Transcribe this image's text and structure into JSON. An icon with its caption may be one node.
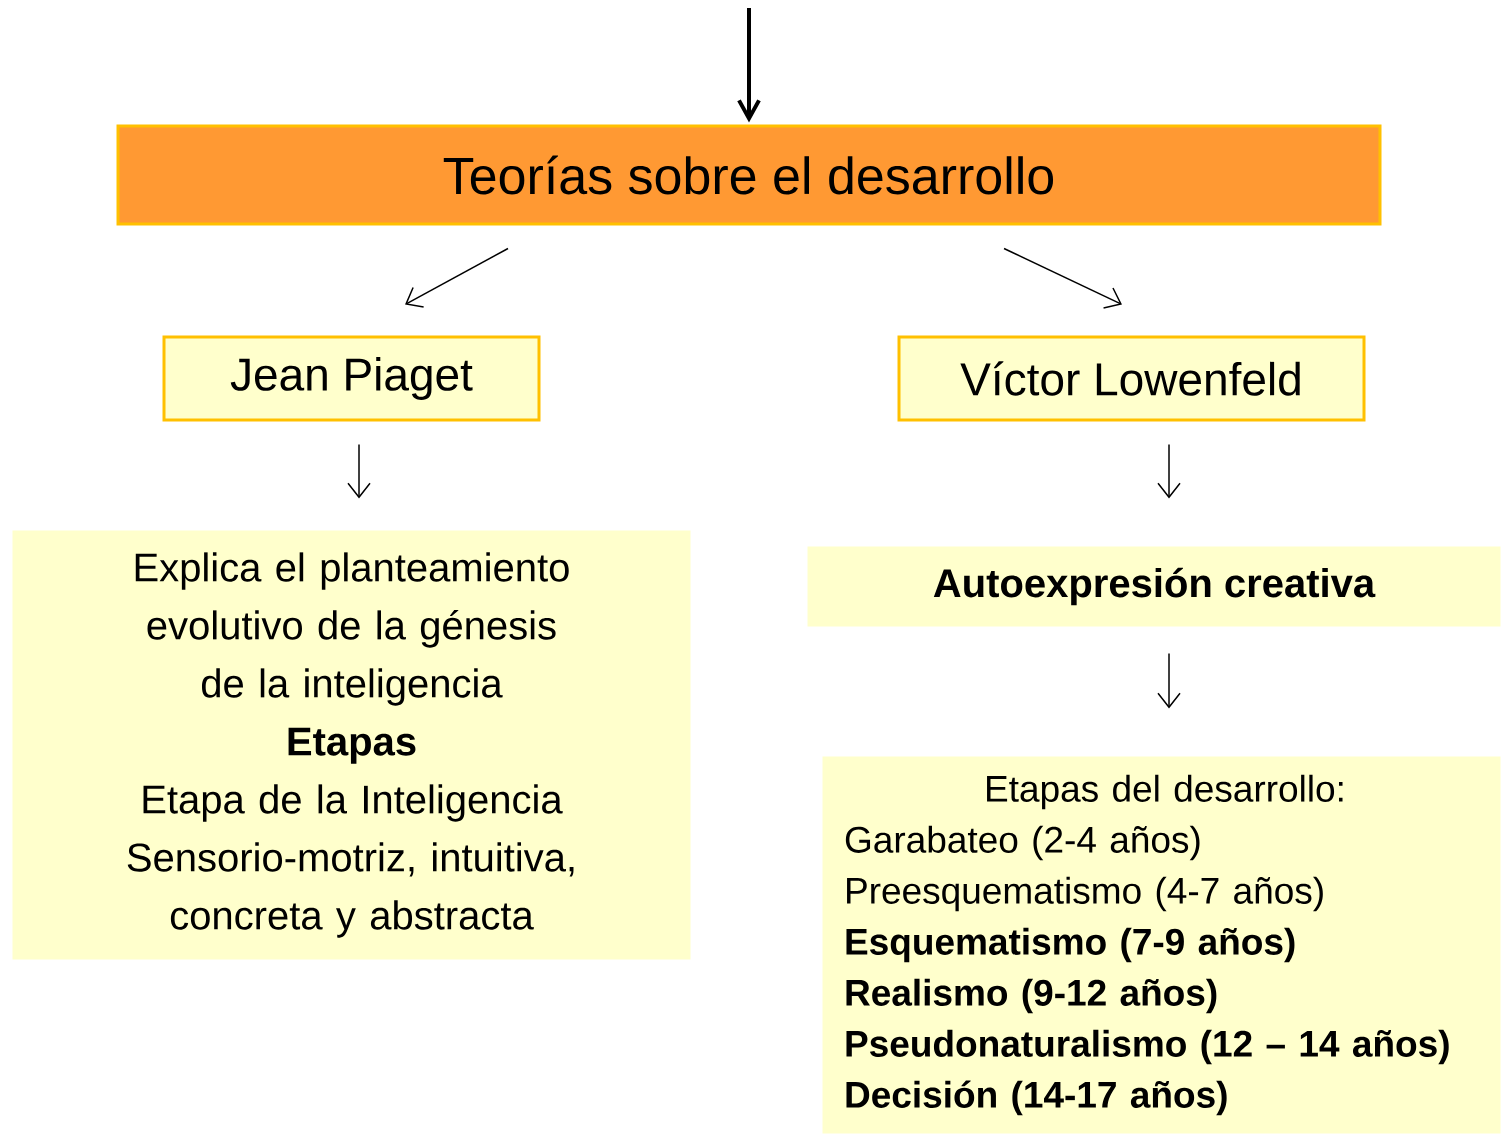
{
  "diagram": {
    "nodes": [
      {
        "text": [
          "Teorías sobre el desarrollo"
        ]
      },
      {
        "text": [
          "Jean Piaget"
        ]
      },
      {
        "text": [
          "Víctor Lowenfeld"
        ]
      },
      {
        "text": [
          "Explica el planteamiento evolutivo de la génesis de la inteligencia",
          "Etapas",
          "Etapa de la Inteligencia Sensorio-motriz, intuitiva, concreta y abstracta"
        ]
      },
      {
        "text": [
          "Autoexpresión creativa"
        ]
      },
      {
        "text": [
          "Etapas del desarrollo:",
          "Garabateo (2-4 años)",
          "Preesquematismo (4-7 años)",
          "Esquematismo (7-9 años)",
          "Realismo (9-12 años)",
          "Pseudonaturalismo (12 – 14 años)",
          "Decisión (14-17 años)"
        ]
      }
    ],
    "edges": [
      {
        "from": null,
        "to": 0,
        "arrow": "to",
        "style": "thick"
      },
      {
        "from": 0,
        "to": 1,
        "arrow": "to"
      },
      {
        "from": 0,
        "to": 2,
        "arrow": "to"
      },
      {
        "from": 1,
        "to": 3,
        "arrow": "to"
      },
      {
        "from": 2,
        "to": 4,
        "arrow": "to"
      },
      {
        "from": 4,
        "to": 5,
        "arrow": "to"
      }
    ]
  }
}
